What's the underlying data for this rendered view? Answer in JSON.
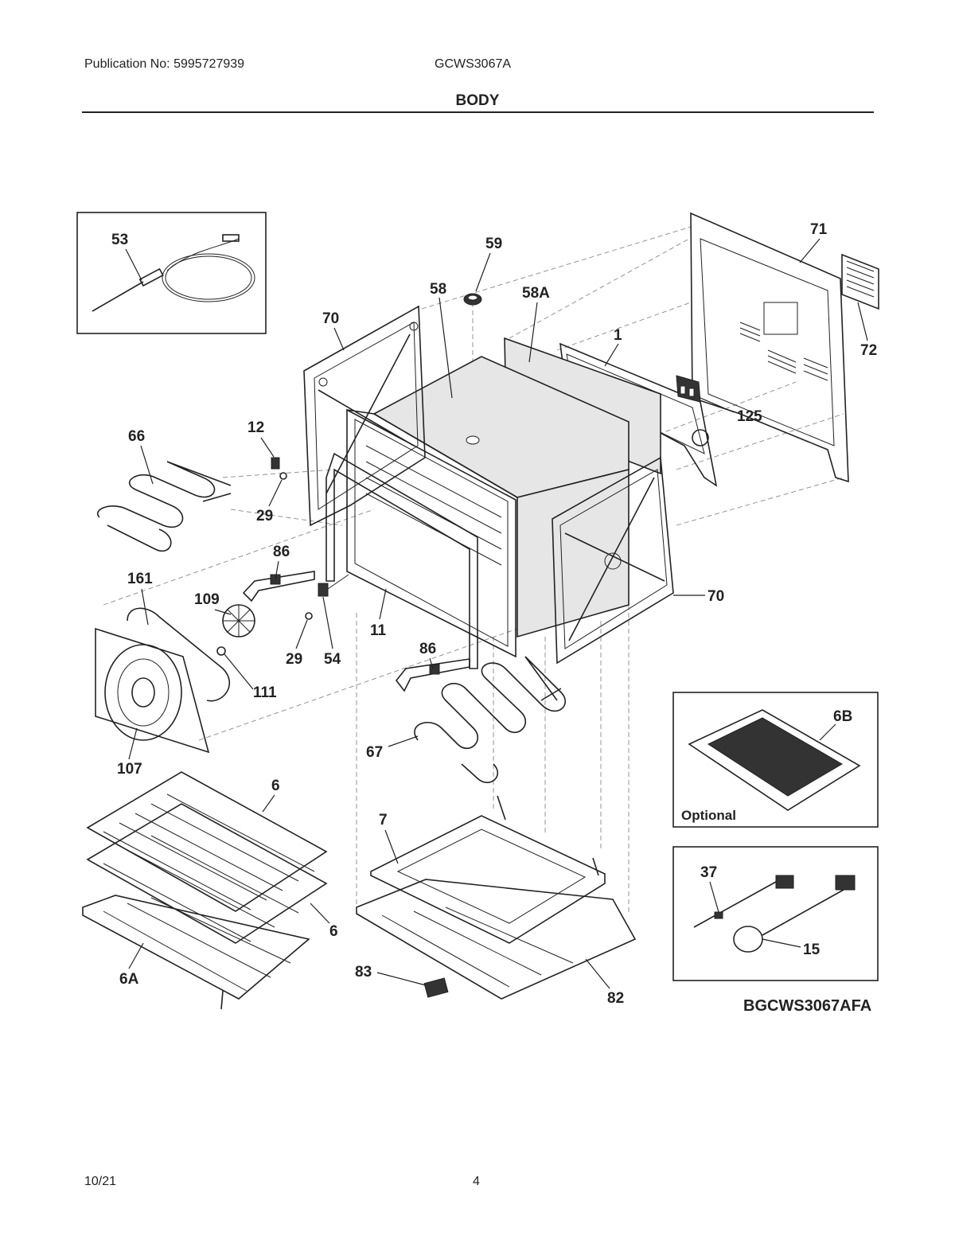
{
  "header": {
    "publication": "Publication No:  5995727939",
    "model": "GCWS3067A",
    "section_title": "BODY"
  },
  "footer": {
    "date": "10/21",
    "page_number": "4"
  },
  "diagram": {
    "drawing_code": "BGCWS3067AFA",
    "optional_label": "Optional",
    "callouts": {
      "c53": "53",
      "c59": "59",
      "c58": "58",
      "c58a": "58A",
      "c70a": "70",
      "c1": "1",
      "c71": "71",
      "c72": "72",
      "c125": "125",
      "c12": "12",
      "c66": "66",
      "c29a": "29",
      "c86a": "86",
      "c161": "161",
      "c109": "109",
      "c70b": "70",
      "c11": "11",
      "c29b": "29",
      "c54": "54",
      "c86b": "86",
      "c111": "111",
      "c107": "107",
      "c67": "67",
      "c6b": "6B",
      "c6a1": "6",
      "c7": "7",
      "c6a2": "6",
      "c6a": "6A",
      "c83": "83",
      "c82": "82",
      "c37": "37",
      "c15": "15"
    }
  }
}
